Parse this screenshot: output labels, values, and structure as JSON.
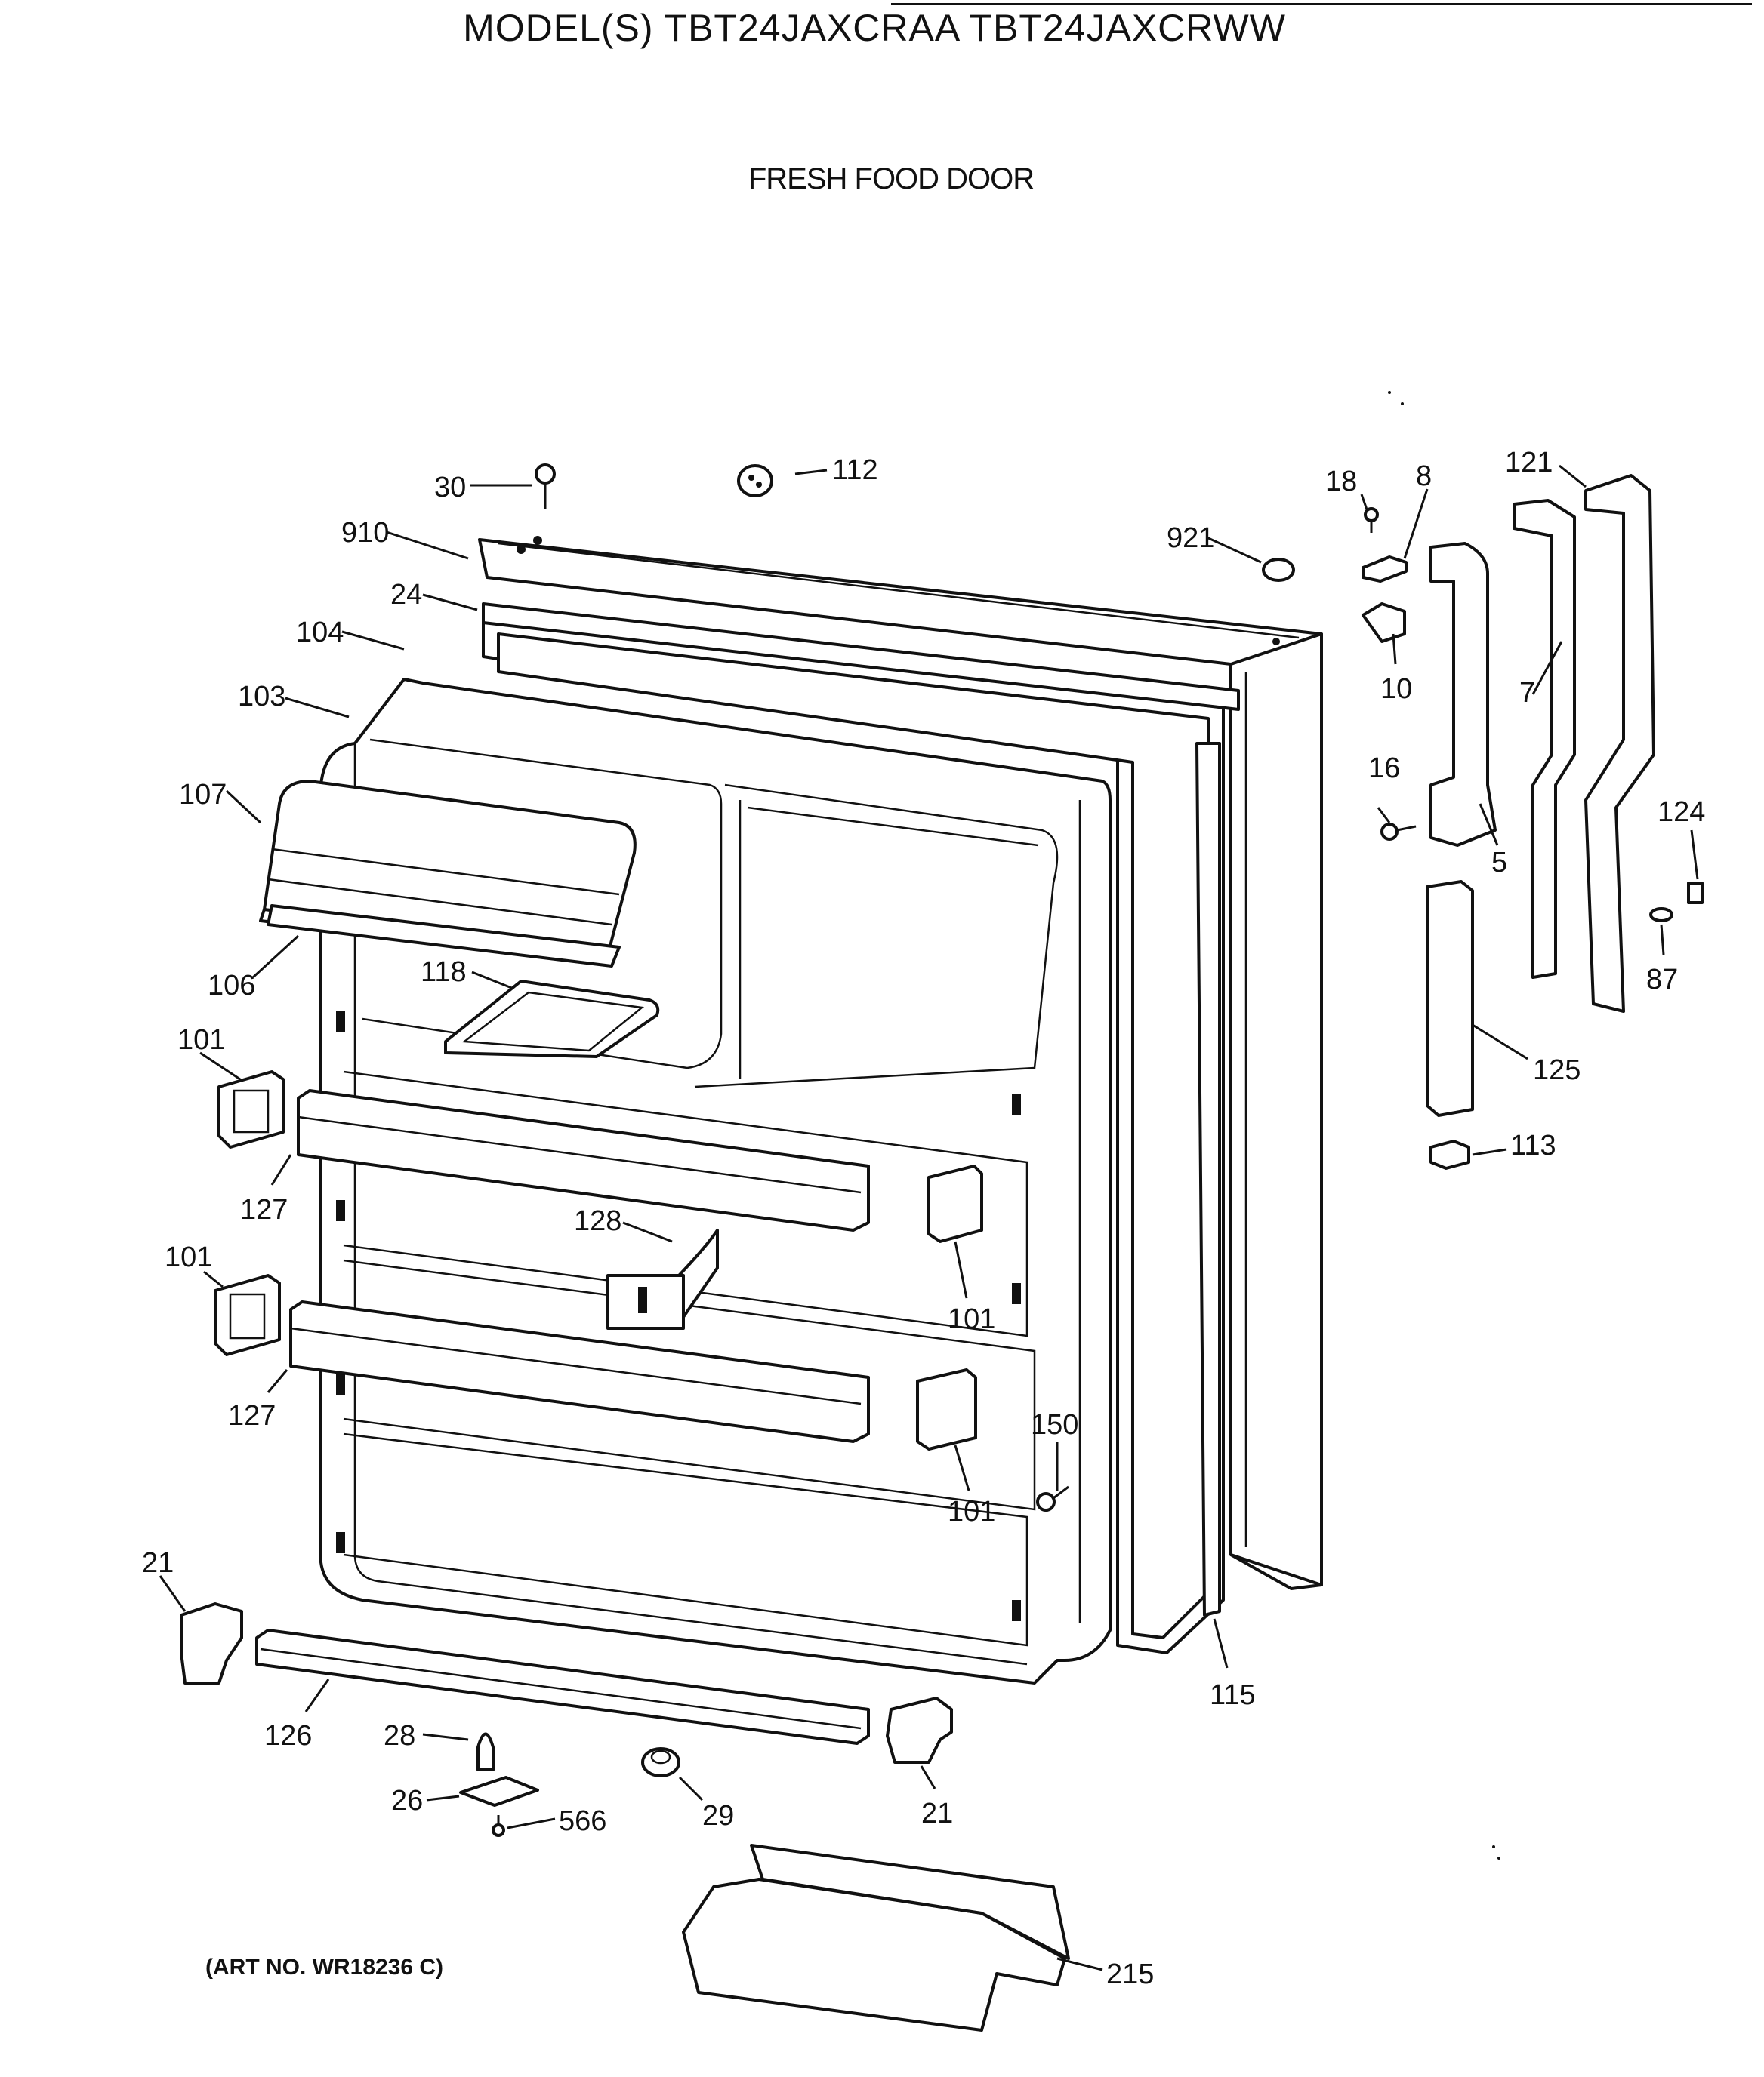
{
  "title": "MODEL(S) TBT24JAXCRAA  TBT24JAXCRWW",
  "subtitle": "FRESH FOOD DOOR",
  "art_number": "(ART NO. WR18236 C)",
  "callouts": {
    "c30": "30",
    "c112": "112",
    "c18": "18",
    "c8": "8",
    "c121": "121",
    "c910": "910",
    "c921": "921",
    "c24": "24",
    "c104": "104",
    "c10": "10",
    "c103": "103",
    "c7": "7",
    "c107": "107",
    "c16": "16",
    "c124": "124",
    "c5": "5",
    "c106": "106",
    "c118": "118",
    "c87": "87",
    "c101a": "101",
    "c125": "125",
    "c113": "113",
    "c127a": "127",
    "c128": "128",
    "c101b": "101",
    "c101c": "101",
    "c127b": "127",
    "c150": "150",
    "c101d": "101",
    "c21a": "21",
    "c115": "115",
    "c126": "126",
    "c28": "28",
    "c26": "26",
    "c29": "29",
    "c21b": "21",
    "c566": "566",
    "c215": "215"
  }
}
